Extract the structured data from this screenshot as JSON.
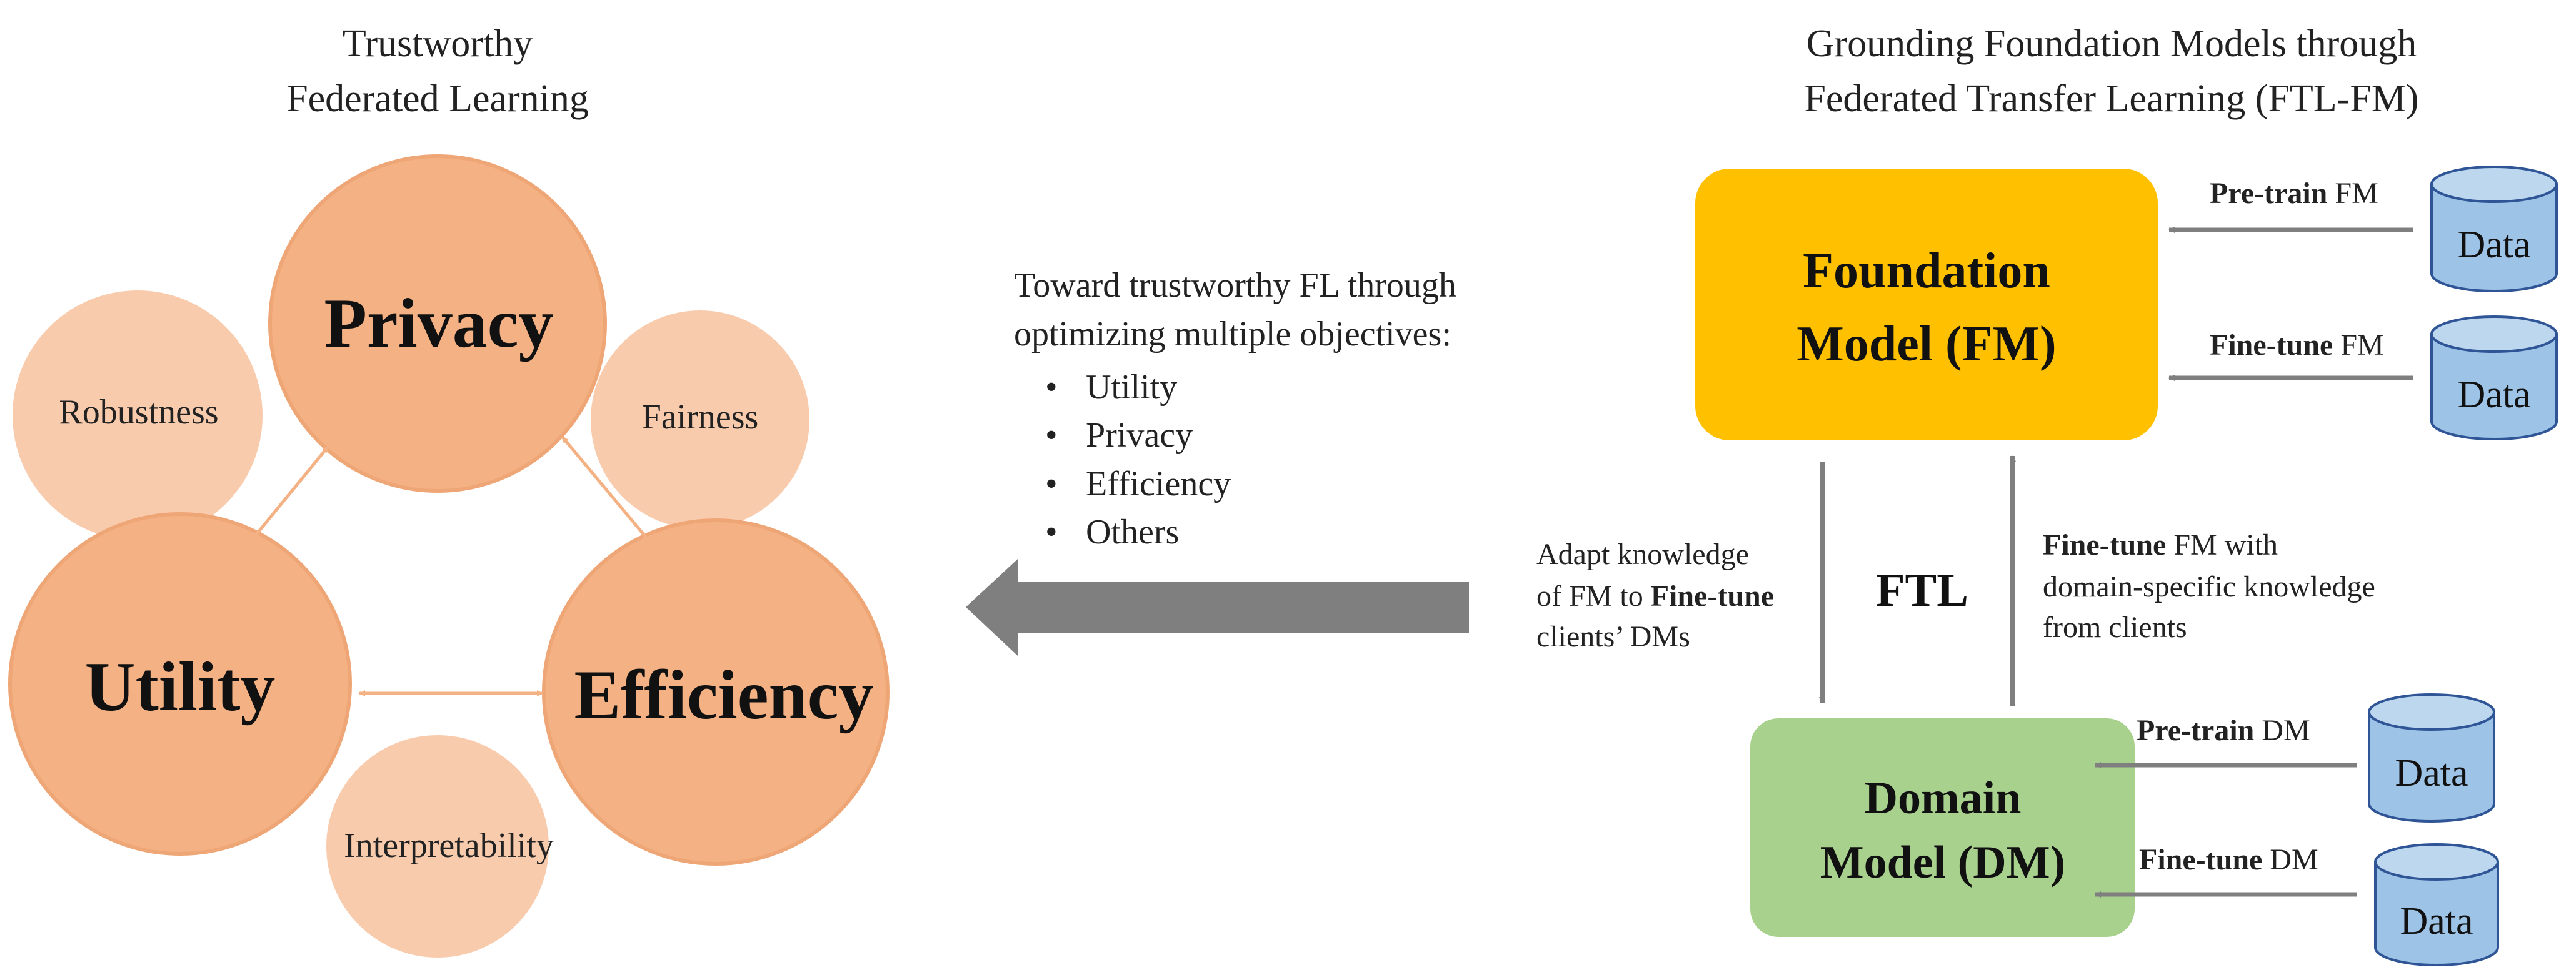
{
  "left_panel": {
    "title_line1": "Trustworthy",
    "title_line2": "Federated Learning",
    "circles": {
      "privacy": "Privacy",
      "utility": "Utility",
      "efficiency": "Efficiency",
      "robustness": "Robustness",
      "fairness": "Fairness",
      "interpretability": "Interpretability"
    }
  },
  "middle": {
    "intro_line1": "Toward trustworthy FL through",
    "intro_line2": "optimizing multiple objectives:",
    "bullets": [
      "Utility",
      "Privacy",
      "Efficiency",
      "Others"
    ],
    "bullet_symbol": "•"
  },
  "right_panel": {
    "title_line1": "Grounding Foundation Models through",
    "title_line2": "Federated Transfer Learning (FTL-FM)",
    "fm_box": {
      "line1": "Foundation",
      "line2": "Model (FM)"
    },
    "dm_box": {
      "line1": "Domain",
      "line2": "Model (DM)"
    },
    "ftl_label": "FTL",
    "down_label": {
      "line1": "Adapt knowledge",
      "line2_pre": "of FM to ",
      "line2_bold": "Fine-tune",
      "line3": "clients’ DMs"
    },
    "up_label": {
      "line1_bold": "Fine-tune",
      "line1_rest": " FM with",
      "line2": "domain-specific knowledge",
      "line3": "from clients"
    },
    "inputs": [
      {
        "bold": "Pre-train",
        "rest": " FM",
        "data": "Data"
      },
      {
        "bold": "Fine-tune",
        "rest": " FM",
        "data": "Data"
      },
      {
        "bold": "Pre-train",
        "rest": " DM",
        "data": "Data"
      },
      {
        "bold": "Fine-tune",
        "rest": " DM",
        "data": "Data"
      }
    ]
  },
  "colors": {
    "main_circle": "#F4B183",
    "main_circle_stroke": "#E8A272",
    "minor_circle": "#F8CBAD",
    "fm_box": "#FFC000",
    "dm_box": "#A9D18E",
    "cylinder": "#9DC3E6",
    "cylinder_stroke": "#2F5597",
    "arrow_gray": "#7F7F7F",
    "double_arrow": "#F4B183"
  }
}
